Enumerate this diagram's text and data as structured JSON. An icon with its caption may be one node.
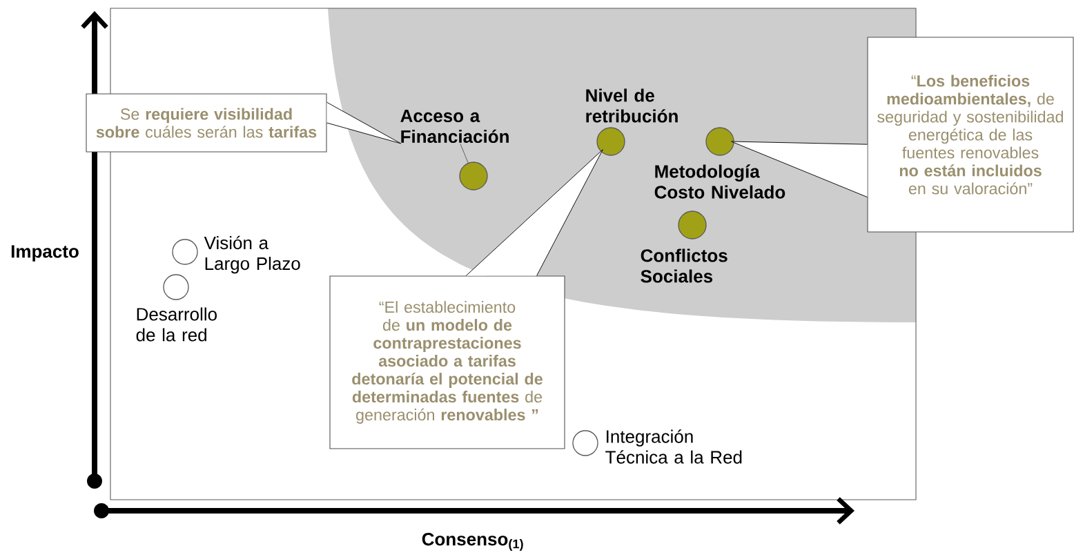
{
  "diagram": {
    "nodes": [
      {
        "text": [
          "Se **requiere visibilidad sobre** cuáles serán las **tarifas**"
        ]
      },
      {
        "text": [
          "Acceso a Financiación"
        ]
      },
      {
        "text": [],
        "shape": "circle"
      },
      {
        "text": [],
        "shape": "circle",
        "beside": [
          "Nivel de retribución"
        ]
      },
      {
        "text": [],
        "shape": "circle",
        "beside": [
          "Metodología Costo Nivelado"
        ]
      },
      {
        "text": [],
        "shape": "circle",
        "beside": [
          "Conflictos Sociales"
        ]
      },
      {
        "text": [
          "“**Los beneficios medioambientales,** de seguridad y sostenibilidad energética de las fuentes renovables **no están incluidos** en su valoración”"
        ]
      },
      {
        "text": [],
        "shape": "circle",
        "beside": [
          "Visión a Largo Plazo"
        ]
      },
      {
        "text": [],
        "shape": "circle",
        "beside": [
          "Desarrollo de la red"
        ]
      },
      {
        "text": [
          "“El establecimiento de **un modelo de contraprestaciones asociado a tarifas detonaría el potencial de determinadas fuentes** de generación **renovables ”**"
        ]
      },
      {
        "text": [],
        "shape": "circle",
        "beside": [
          "Integración Técnica a la Red"
        ]
      }
    ],
    "edges": [
      {
        "from": 0,
        "to": 1,
        "arrow": "none"
      },
      {
        "from": 1,
        "to": 2,
        "arrow": "none"
      },
      {
        "from": 9,
        "to": 3,
        "arrow": "none"
      },
      {
        "from": 6,
        "to": 4,
        "arrow": "none"
      }
    ],
    "labels": [
      "Impacto",
      "Consenso$_{(1)}$"
    ]
  }
}
